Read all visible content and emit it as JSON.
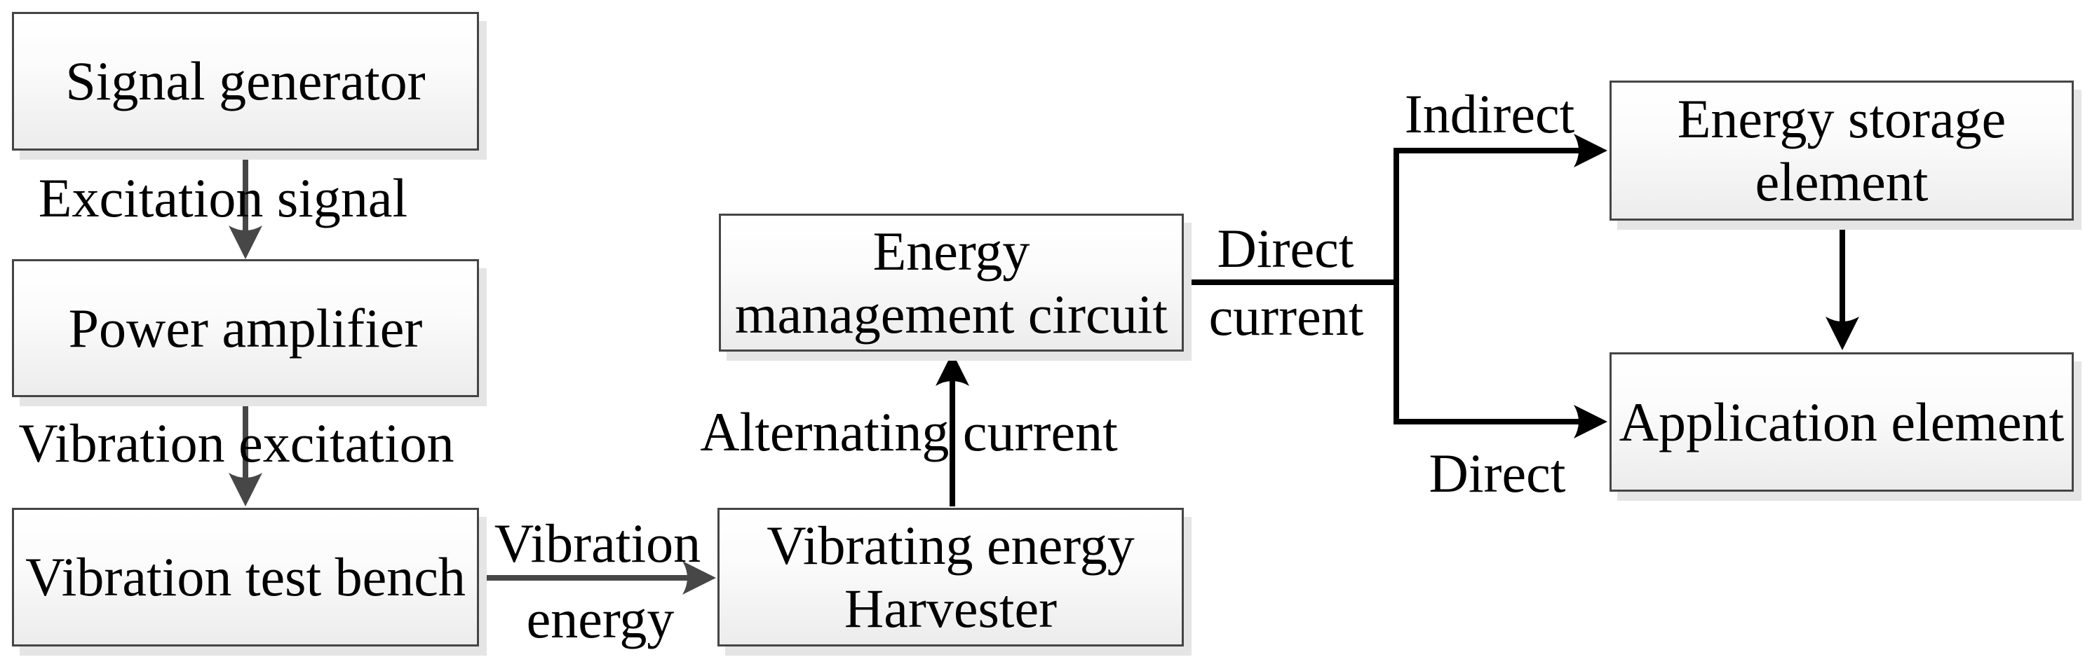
{
  "diagram": {
    "boxes": {
      "signal_generator": {
        "label": "Signal generator"
      },
      "power_amplifier": {
        "label": "Power amplifier"
      },
      "vibration_test_bench": {
        "label": "Vibration test bench"
      },
      "energy_management_circuit": {
        "line1": "Energy",
        "line2": "management circuit"
      },
      "vibrating_energy_harvester": {
        "line1": "Vibrating energy",
        "line2": "Harvester"
      },
      "energy_storage_element": {
        "line1": "Energy storage",
        "line2": "element"
      },
      "application_element": {
        "label": "Application element"
      }
    },
    "edge_labels": {
      "excitation_signal": "Excitation signal",
      "vibration_excitation": "Vibration excitation",
      "vibration_energy_line1": "Vibration",
      "vibration_energy_line2": "energy",
      "alternating_current": "Alternating current",
      "direct_current_line1": "Direct",
      "direct_current_line2": "current",
      "indirect": "Indirect",
      "direct": "Direct"
    },
    "edges": [
      {
        "from": "Signal generator",
        "to": "Power amplifier",
        "label": "Excitation signal"
      },
      {
        "from": "Power amplifier",
        "to": "Vibration test bench",
        "label": "Vibration excitation"
      },
      {
        "from": "Vibration test bench",
        "to": "Vibrating energy Harvester",
        "label": "Vibration energy"
      },
      {
        "from": "Vibrating energy Harvester",
        "to": "Energy management circuit",
        "label": "Alternating current"
      },
      {
        "from": "Energy management circuit",
        "to": "Energy storage element",
        "label": "Direct current / Indirect"
      },
      {
        "from": "Energy management circuit",
        "to": "Application element",
        "label": "Direct current / Direct"
      },
      {
        "from": "Energy storage element",
        "to": "Application element",
        "label": ""
      }
    ],
    "colors": {
      "box_border": "#454545",
      "box_fill_top": "#ffffff",
      "box_fill_bottom": "#ececec",
      "box_shadow": "#e5e5e5",
      "gray_arrow": "#474747",
      "black_arrow": "#000000",
      "text": "#000000",
      "background": "#ffffff"
    }
  }
}
